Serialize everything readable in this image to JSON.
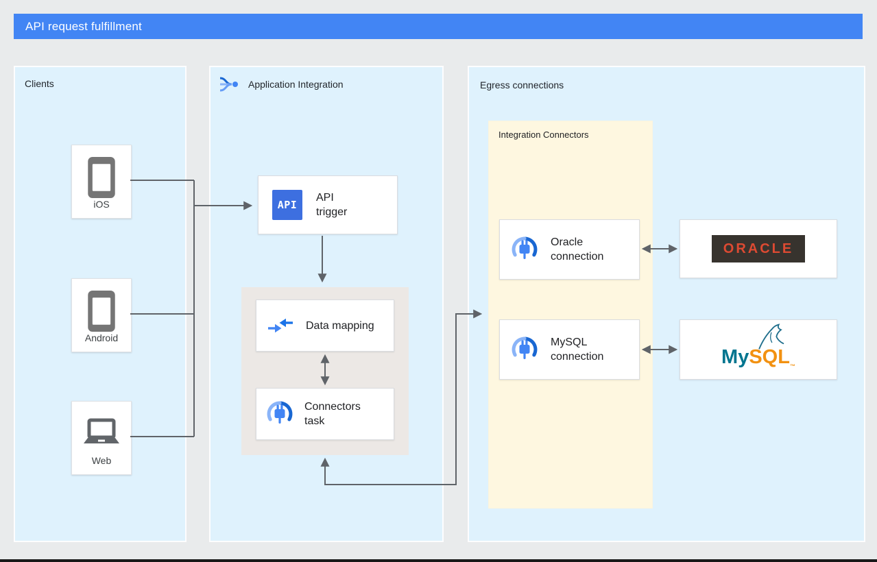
{
  "header": {
    "title": "API request fulfillment"
  },
  "sections": {
    "clients": {
      "label": "Clients"
    },
    "application_integration": {
      "label": "Application Integration"
    },
    "egress_connections": {
      "label": "Egress connections"
    },
    "integration_connectors": {
      "label": "Integration Connectors"
    }
  },
  "clients": {
    "items": [
      {
        "label": "iOS",
        "icon": "smartphone-icon"
      },
      {
        "label": "Android",
        "icon": "smartphone-icon"
      },
      {
        "label": "Web",
        "icon": "laptop-icon"
      }
    ]
  },
  "nodes": {
    "api_trigger": {
      "line1": "API",
      "line2": "trigger",
      "icon": "api-icon",
      "icon_text": "API"
    },
    "data_mapping": {
      "label": "Data mapping",
      "icon": "data-mapping-arrows-icon"
    },
    "connectors_task": {
      "line1": "Connectors",
      "line2": "task",
      "icon": "connector-plug-icon"
    },
    "oracle_connection": {
      "line1": "Oracle",
      "line2": "connection",
      "icon": "connector-plug-icon"
    },
    "mysql_connection": {
      "line1": "MySQL",
      "line2": "connection",
      "icon": "connector-plug-icon"
    }
  },
  "logos": {
    "oracle": {
      "text": "ORACLE"
    },
    "mysql": {
      "part1": "My",
      "part2": "SQL",
      "tm": "™"
    }
  },
  "colors": {
    "title_bar_blue": "#4285F4",
    "panel_blue": "#DFF2FD",
    "tasks_panel_gray": "#ECE8E5",
    "connectors_panel_yellow": "#FEF7E0",
    "arrow_gray": "#5F6368",
    "icon_blue": "#4285F4",
    "icon_dark_blue": "#1967D2",
    "icon_light_blue": "#8AB4F8",
    "oracle_red": "#DD4A32",
    "oracle_badge_bg": "#37332E",
    "mysql_teal": "#00758F",
    "mysql_orange": "#F29111",
    "device_icon_gray": "#757575"
  }
}
